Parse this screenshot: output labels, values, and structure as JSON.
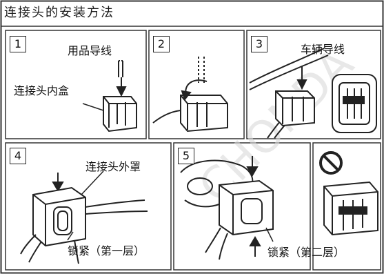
{
  "title": "连接头的安装方法",
  "watermark": "CHONDA",
  "steps": [
    {
      "number": "1",
      "labels": [
        "用品导线",
        "连接头内盒"
      ]
    },
    {
      "number": "2",
      "labels": []
    },
    {
      "number": "3",
      "labels": [
        "车辆导线"
      ]
    },
    {
      "number": "4",
      "labels": [
        "连接头外罩",
        "锁紧（第一层）"
      ]
    },
    {
      "number": "5",
      "labels": [
        "锁紧（第二层）"
      ]
    }
  ],
  "prohibited_icon": "no-entry-icon"
}
